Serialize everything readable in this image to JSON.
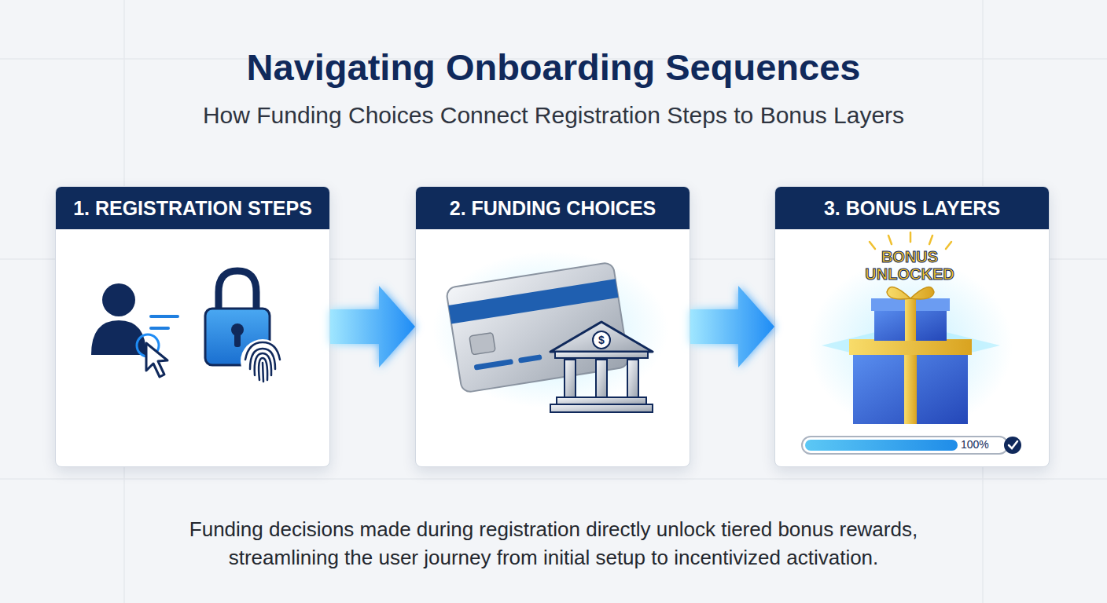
{
  "diagram": {
    "title": "Navigating Onboarding Sequences",
    "caption": "Funding decisions made during registration directly unlock tiered bonus rewards, streamlining the user journey from initial setup to incentivized activation.",
    "nodes": [
      {
        "text": [
          "1. REGISTRATION STEPS"
        ]
      },
      {
        "text": [
          "2. FUNDING CHOICES"
        ]
      },
      {
        "text": [
          "3. BONUS LAYERS"
        ]
      }
    ],
    "edges": [
      {
        "from": 0,
        "to": 1,
        "arrow": "to"
      },
      {
        "from": 1,
        "to": 2,
        "arrow": "to"
      }
    ],
    "labels": [
      "How Funding Choices Connect Registration Steps to Bonus Layers",
      "BONUS UNLOCKED",
      "100%"
    ]
  }
}
